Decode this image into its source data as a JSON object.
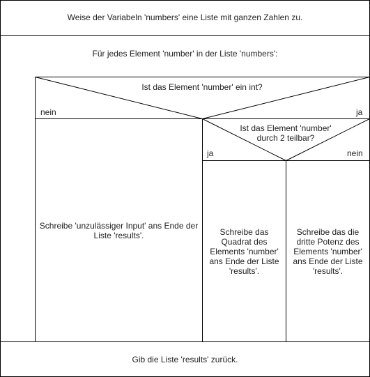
{
  "diagram": {
    "init_statement": "Weise der Variabeln 'numbers' eine Liste mit ganzen Zahlen zu.",
    "loop_header": "Für jedes Element 'number' in der Liste 'numbers':",
    "decision_1": {
      "question": "Ist das Element 'number' ein int?",
      "no_label": "nein",
      "yes_label": "ja"
    },
    "decision_2": {
      "question_line1": "Ist das Element 'number'",
      "question_line2": "durch 2 teilbar?",
      "yes_label": "ja",
      "no_label": "nein"
    },
    "action_invalid": "Schreibe 'unzulässiger Input' ans Ende der Liste 'results'.",
    "action_square": "Schreibe das Quadrat des Elements 'number' ans Ende der Liste 'results'.",
    "action_cube": "Schreibe das die dritte Potenz des Elements 'number' ans Ende der Liste 'results'.",
    "return_statement": "Gib die Liste 'results' zurück.",
    "colors": {
      "line": "#000000",
      "text": "#222222",
      "background": "#ffffff"
    }
  }
}
